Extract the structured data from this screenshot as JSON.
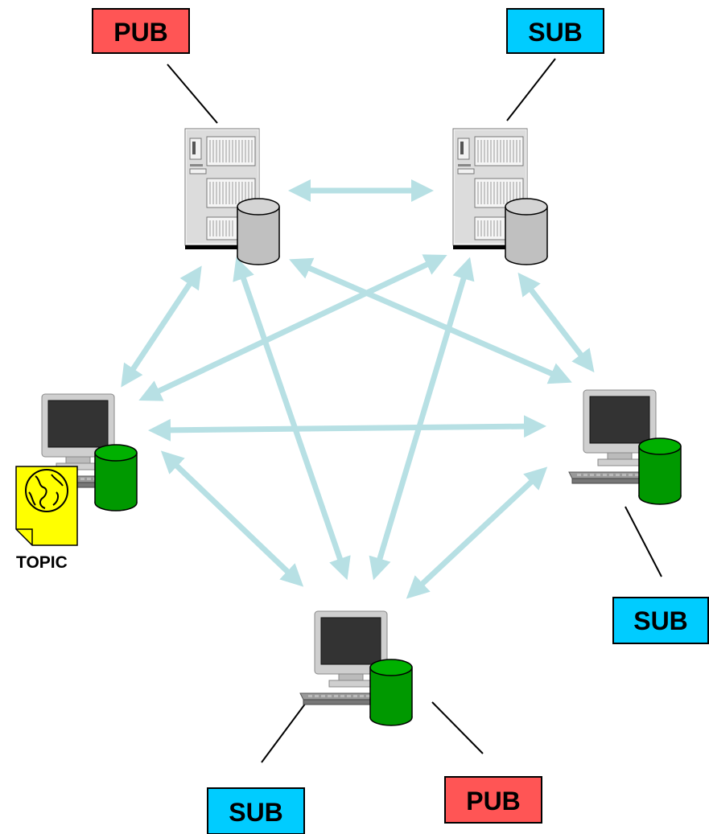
{
  "labels": {
    "pub_top": "PUB",
    "sub_top": "SUB",
    "sub_right": "SUB",
    "sub_bottom": "SUB",
    "pub_bottom": "PUB",
    "topic": "TOPIC"
  },
  "colors": {
    "pub": "#ff5555",
    "sub": "#00ccff",
    "arrow": "#b7e0e4",
    "db_client": "#009900",
    "db_server": "#c0c0c0",
    "topic_doc": "#ffff00"
  },
  "icons": {
    "servers": [
      "server-icon",
      "server-icon"
    ],
    "workstations": [
      "workstation-icon",
      "workstation-icon",
      "workstation-icon"
    ],
    "topic": "globe-document-icon"
  }
}
